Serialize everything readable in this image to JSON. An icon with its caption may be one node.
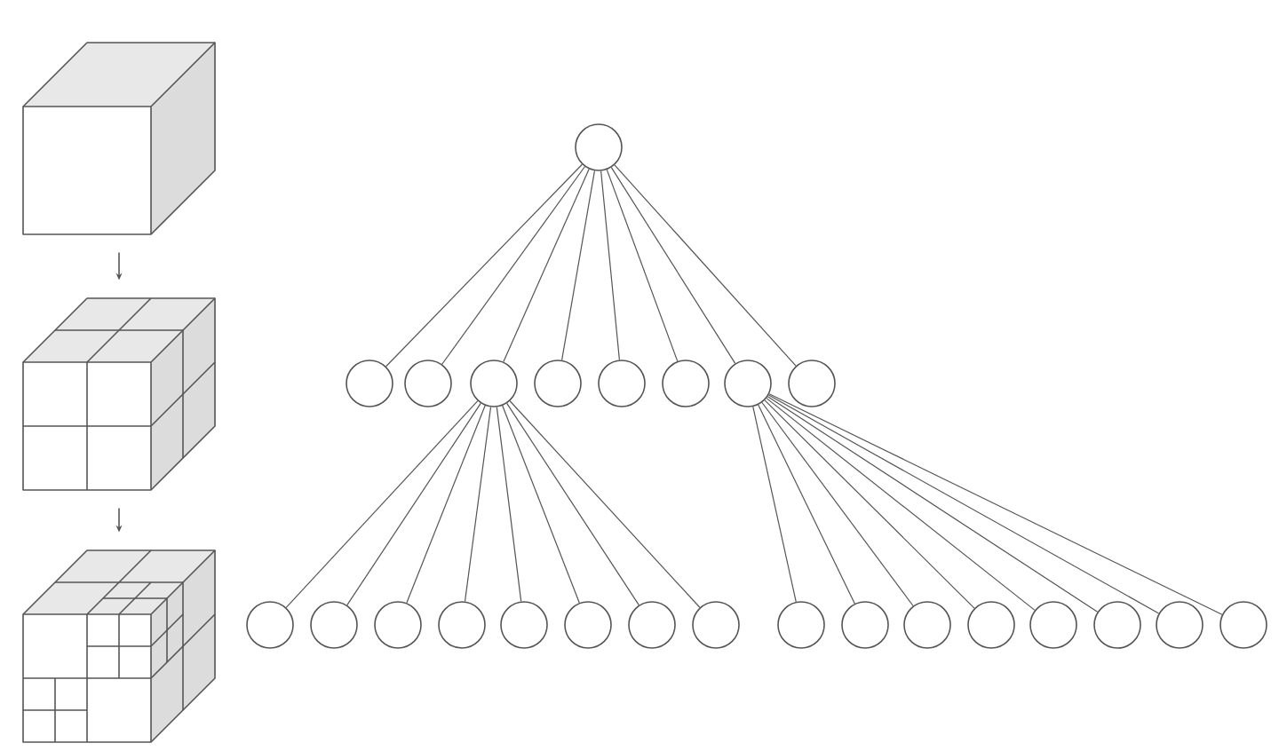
{
  "diagram": {
    "nodes": [
      {
        "text": [],
        "shape": "picture"
      },
      {
        "text": [],
        "shape": "picture"
      },
      {
        "text": [],
        "shape": "picture"
      },
      {
        "text": [],
        "shape": "circle"
      },
      {
        "text": [],
        "shape": "circle"
      },
      {
        "text": [],
        "shape": "circle"
      },
      {
        "text": [],
        "shape": "circle"
      },
      {
        "text": [],
        "shape": "circle"
      },
      {
        "text": [],
        "shape": "circle"
      },
      {
        "text": [],
        "shape": "circle"
      },
      {
        "text": [],
        "shape": "circle"
      },
      {
        "text": [],
        "shape": "circle"
      },
      {
        "text": [],
        "shape": "circle"
      },
      {
        "text": [],
        "shape": "circle"
      },
      {
        "text": [],
        "shape": "circle"
      },
      {
        "text": [],
        "shape": "circle"
      },
      {
        "text": [],
        "shape": "circle"
      },
      {
        "text": [],
        "shape": "circle"
      },
      {
        "text": [],
        "shape": "circle"
      },
      {
        "text": [],
        "shape": "circle"
      },
      {
        "text": [],
        "shape": "circle"
      },
      {
        "text": [],
        "shape": "circle"
      },
      {
        "text": [],
        "shape": "circle"
      },
      {
        "text": [],
        "shape": "circle"
      },
      {
        "text": [],
        "shape": "circle"
      },
      {
        "text": [],
        "shape": "circle"
      },
      {
        "text": [],
        "shape": "circle"
      },
      {
        "text": [],
        "shape": "circle"
      }
    ],
    "edges": [
      {
        "from": 0,
        "to": 1,
        "arrow": "to"
      },
      {
        "from": 1,
        "to": 2,
        "arrow": "to"
      },
      {
        "from": 3,
        "to": 4,
        "arrow": "none"
      },
      {
        "from": 3,
        "to": 5,
        "arrow": "none"
      },
      {
        "from": 3,
        "to": 6,
        "arrow": "none"
      },
      {
        "from": 3,
        "to": 7,
        "arrow": "none"
      },
      {
        "from": 3,
        "to": 8,
        "arrow": "none"
      },
      {
        "from": 3,
        "to": 9,
        "arrow": "none"
      },
      {
        "from": 3,
        "to": 10,
        "arrow": "none"
      },
      {
        "from": 3,
        "to": 11,
        "arrow": "none"
      },
      {
        "from": 6,
        "to": 12,
        "arrow": "none"
      },
      {
        "from": 6,
        "to": 13,
        "arrow": "none"
      },
      {
        "from": 6,
        "to": 14,
        "arrow": "none"
      },
      {
        "from": 6,
        "to": 15,
        "arrow": "none"
      },
      {
        "from": 6,
        "to": 16,
        "arrow": "none"
      },
      {
        "from": 6,
        "to": 17,
        "arrow": "none"
      },
      {
        "from": 6,
        "to": 18,
        "arrow": "none"
      },
      {
        "from": 6,
        "to": 19,
        "arrow": "none"
      },
      {
        "from": 10,
        "to": 20,
        "arrow": "none"
      },
      {
        "from": 10,
        "to": 21,
        "arrow": "none"
      },
      {
        "from": 10,
        "to": 22,
        "arrow": "none"
      },
      {
        "from": 10,
        "to": 23,
        "arrow": "none"
      },
      {
        "from": 10,
        "to": 24,
        "arrow": "none"
      },
      {
        "from": 10,
        "to": 25,
        "arrow": "none"
      },
      {
        "from": 10,
        "to": 26,
        "arrow": "none"
      },
      {
        "from": 10,
        "to": 27,
        "arrow": "none"
      }
    ]
  }
}
